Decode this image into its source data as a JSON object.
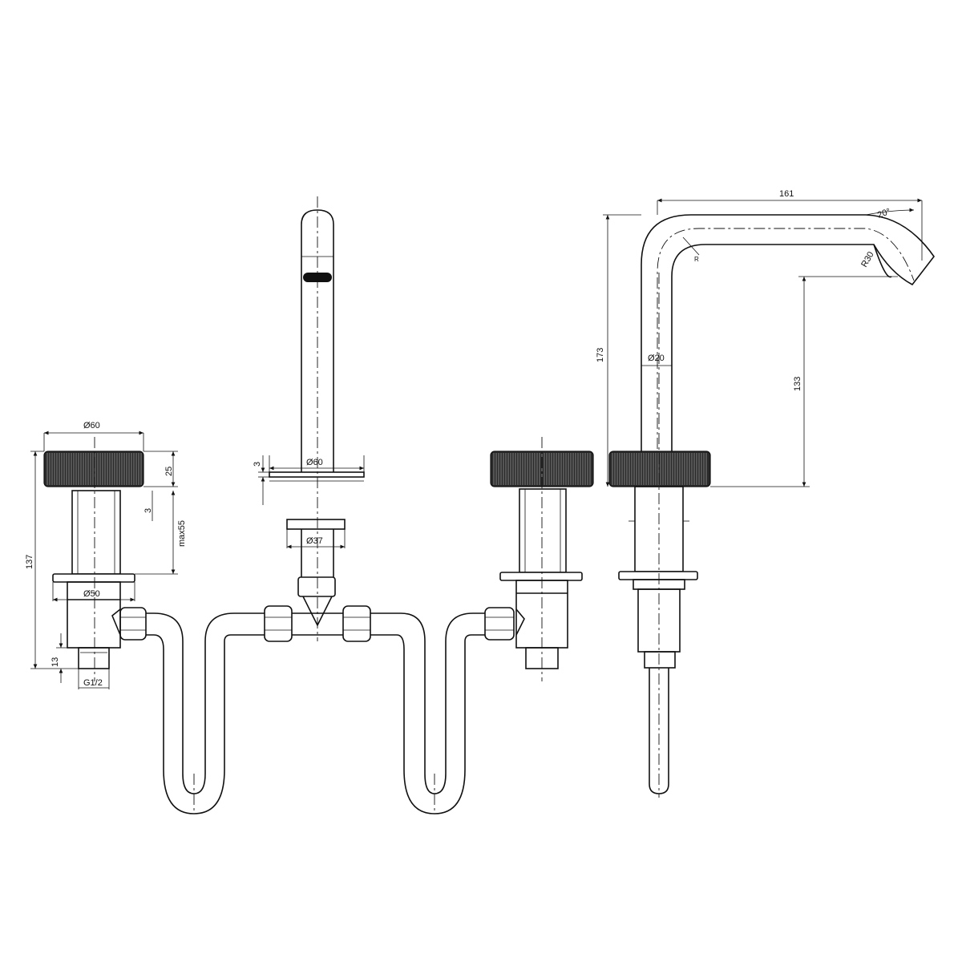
{
  "dimensions": {
    "width_161": "161",
    "angle_20": "20°",
    "radius_r30": "R30",
    "radius_small": "R",
    "height_173": "173",
    "height_133": "133",
    "dia_20": "Ø20",
    "dia_60_handle": "Ø60",
    "dia_60_base": "Ø60",
    "dia_37": "Ø37",
    "dia_50": "Ø50",
    "h_25": "25",
    "h_3_left": "3",
    "h_3_center": "3",
    "max55": "max55",
    "h_137": "137",
    "h_13": "13",
    "thread_g12": "G1/2"
  },
  "colors": {
    "line": "#111111",
    "knurl": "#2a2a2a",
    "background": "#ffffff"
  }
}
